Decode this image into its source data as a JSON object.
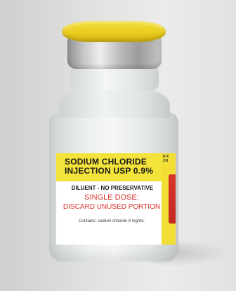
{
  "label": {
    "title_line1": "SODIUM CHLORIDE",
    "title_line2": "INJECTION USP 0.9%",
    "diluent": "DILUENT - NO PRESERVATIVE",
    "single_dose": "SINGLE DOSE:",
    "discard": "DISCARD UNUSED PORTION",
    "contains": "Contains: sodium chloride 9 mg/mL",
    "strip_text": "N 4\nCR"
  },
  "colors": {
    "cap": "#e9cd1e",
    "label_yellow": "#f4e33b",
    "warning_red": "#d8322b"
  }
}
